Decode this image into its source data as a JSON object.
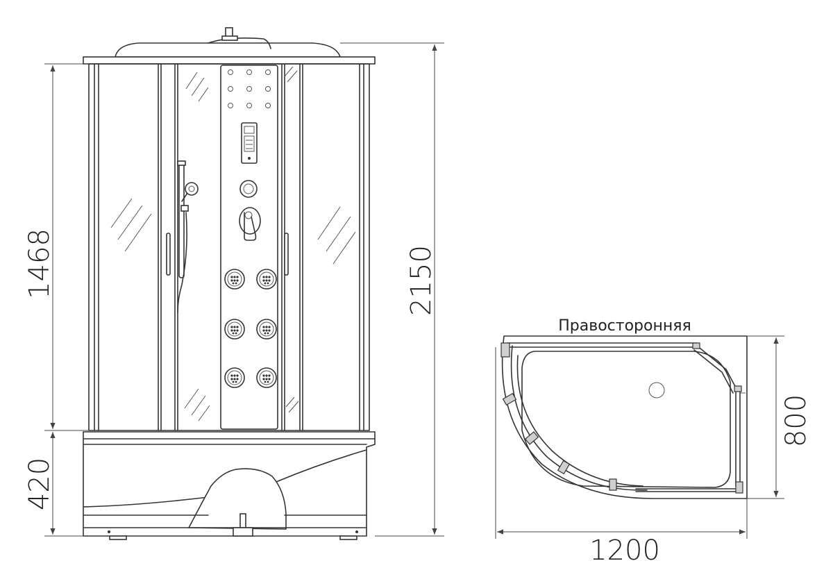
{
  "dimensions": {
    "glass_height": "1468",
    "total_height": "2150",
    "tray_height": "420",
    "depth": "800",
    "width": "1200"
  },
  "plan_view": {
    "caption": "Правосторонняя"
  },
  "colors": {
    "line": "#333333",
    "fitting": "#cfcfcf",
    "background": "#ffffff"
  }
}
